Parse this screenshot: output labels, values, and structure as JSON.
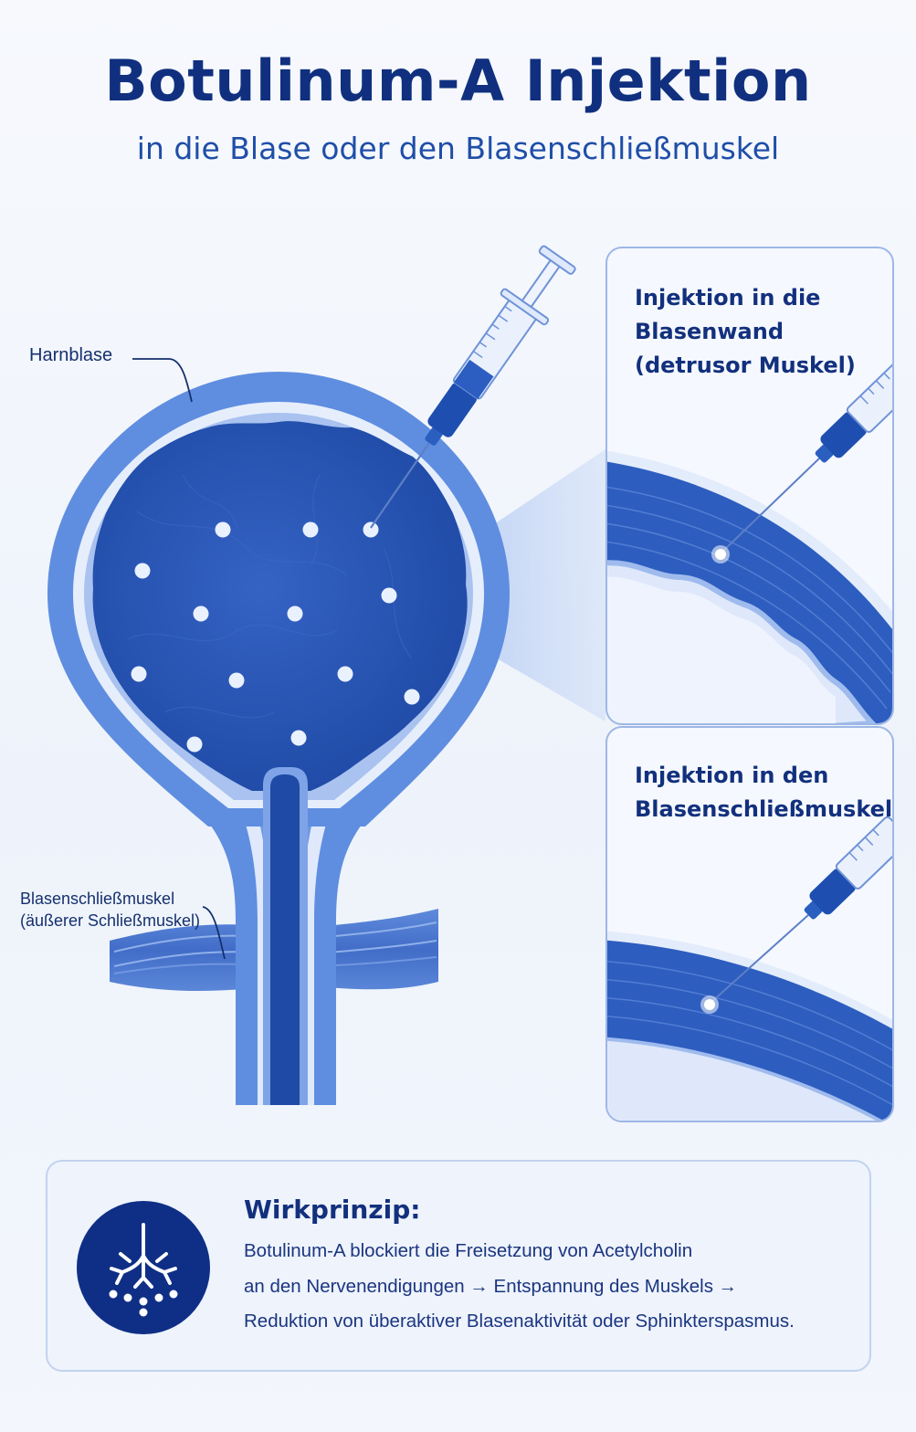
{
  "title": "Botulinum-A Injektion",
  "subtitle": "in die Blase oder den Blasenschließmuskel",
  "labels": {
    "bladder": "Harnblase",
    "sphincter_line1": "Blasenschließmuskel",
    "sphincter_line2": "(äußerer Schließmuskel)"
  },
  "panels": {
    "wall": {
      "title_line1": "Injektion in die",
      "title_line2": "Blasenwand",
      "title_line3": "(detrusor Muskel)"
    },
    "sphincter": {
      "title_line1": "Injektion in den",
      "title_line2": "Blasenschließmuskel"
    }
  },
  "info": {
    "heading": "Wirkprinzip:",
    "line1": "Botulinum-A blockiert die Freisetzung von Acetylcholin",
    "line2": "an den Nervenendigungen → Entspannung des Muskels →",
    "line3": "Reduktion von überaktiver Blasenaktivität oder Sphinkterspasmus.",
    "icon": "nerve-ending-icon"
  },
  "colors": {
    "primary_dark": "#10307f",
    "bladder_wall": "#5f8ee0",
    "bladder_lumen": "#2b58b8",
    "mucosa": "#dfe9fb",
    "syringe_liquid": "#1e4fb0",
    "icon_circle": "#0f2f86"
  }
}
